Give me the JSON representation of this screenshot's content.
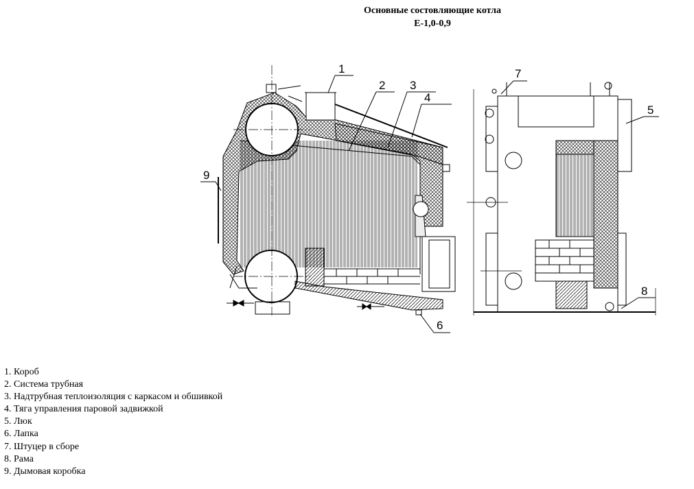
{
  "title": {
    "line1": "Основные состовляющие котла",
    "line2": "Е-1,0-0,9"
  },
  "callouts": [
    "1",
    "2",
    "3",
    "4",
    "5",
    "6",
    "7",
    "8",
    "9"
  ],
  "legend": [
    "1. Короб",
    "2. Система трубная",
    "3. Надтрубная теплоизоляция с каркасом и обшивкой",
    "4. Тяга управления паровой задвижкой",
    "5. Люк",
    "6. Лапка",
    "7. Штуцер в сборе",
    "8. Рама",
    "9. Дымовая коробка"
  ]
}
